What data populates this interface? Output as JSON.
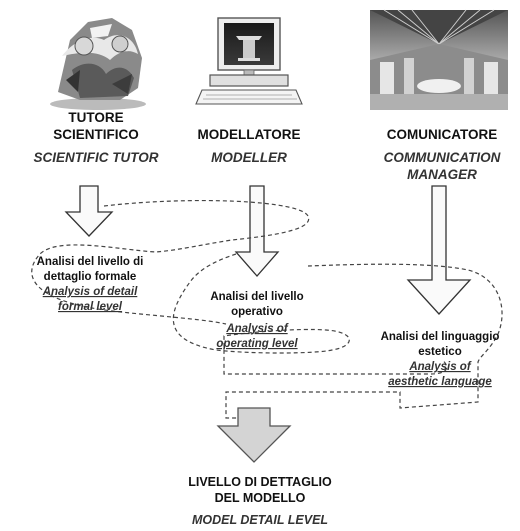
{
  "roles": {
    "tutor": {
      "image_icon": "statue-sculpture-image",
      "title_lines": [
        "TUTORE",
        "SCIENTIFICO"
      ],
      "subtitle_lines": [
        "SCIENTIFIC TUTOR"
      ]
    },
    "modeller": {
      "image_icon": "computer-with-capital-image",
      "title_lines": [
        "MODELLATORE"
      ],
      "subtitle_lines": [
        "MODELLER"
      ]
    },
    "communicator": {
      "image_icon": "exhibition-hall-image",
      "title_lines": [
        "COMUNICATORE"
      ],
      "subtitle_lines": [
        "COMMUNICATION",
        "MANAGER"
      ]
    }
  },
  "activities": {
    "formal": {
      "title_lines": [
        "Analisi del livello di",
        "dettaglio formale"
      ],
      "subtitle_lines": [
        "Analysis of detail",
        "formal level"
      ]
    },
    "operating": {
      "title_lines": [
        "Analisi del livello",
        "operativo"
      ],
      "subtitle_lines": [
        "Analysis of",
        "operating level"
      ]
    },
    "aesthetic": {
      "title_lines": [
        "Analisi del linguaggio",
        "estetico"
      ],
      "subtitle_lines": [
        "Analysis of",
        "aesthetic language"
      ]
    }
  },
  "output": {
    "title_lines": [
      "LIVELLO DI DETTAGLIO",
      "DEL MODELLO"
    ],
    "subtitle_lines": [
      "MODEL DETAIL LEVEL"
    ]
  },
  "colors": {
    "arrow_fill": "#fafafa",
    "output_arrow_fill": "#d4d4d4",
    "line": "#444444"
  }
}
